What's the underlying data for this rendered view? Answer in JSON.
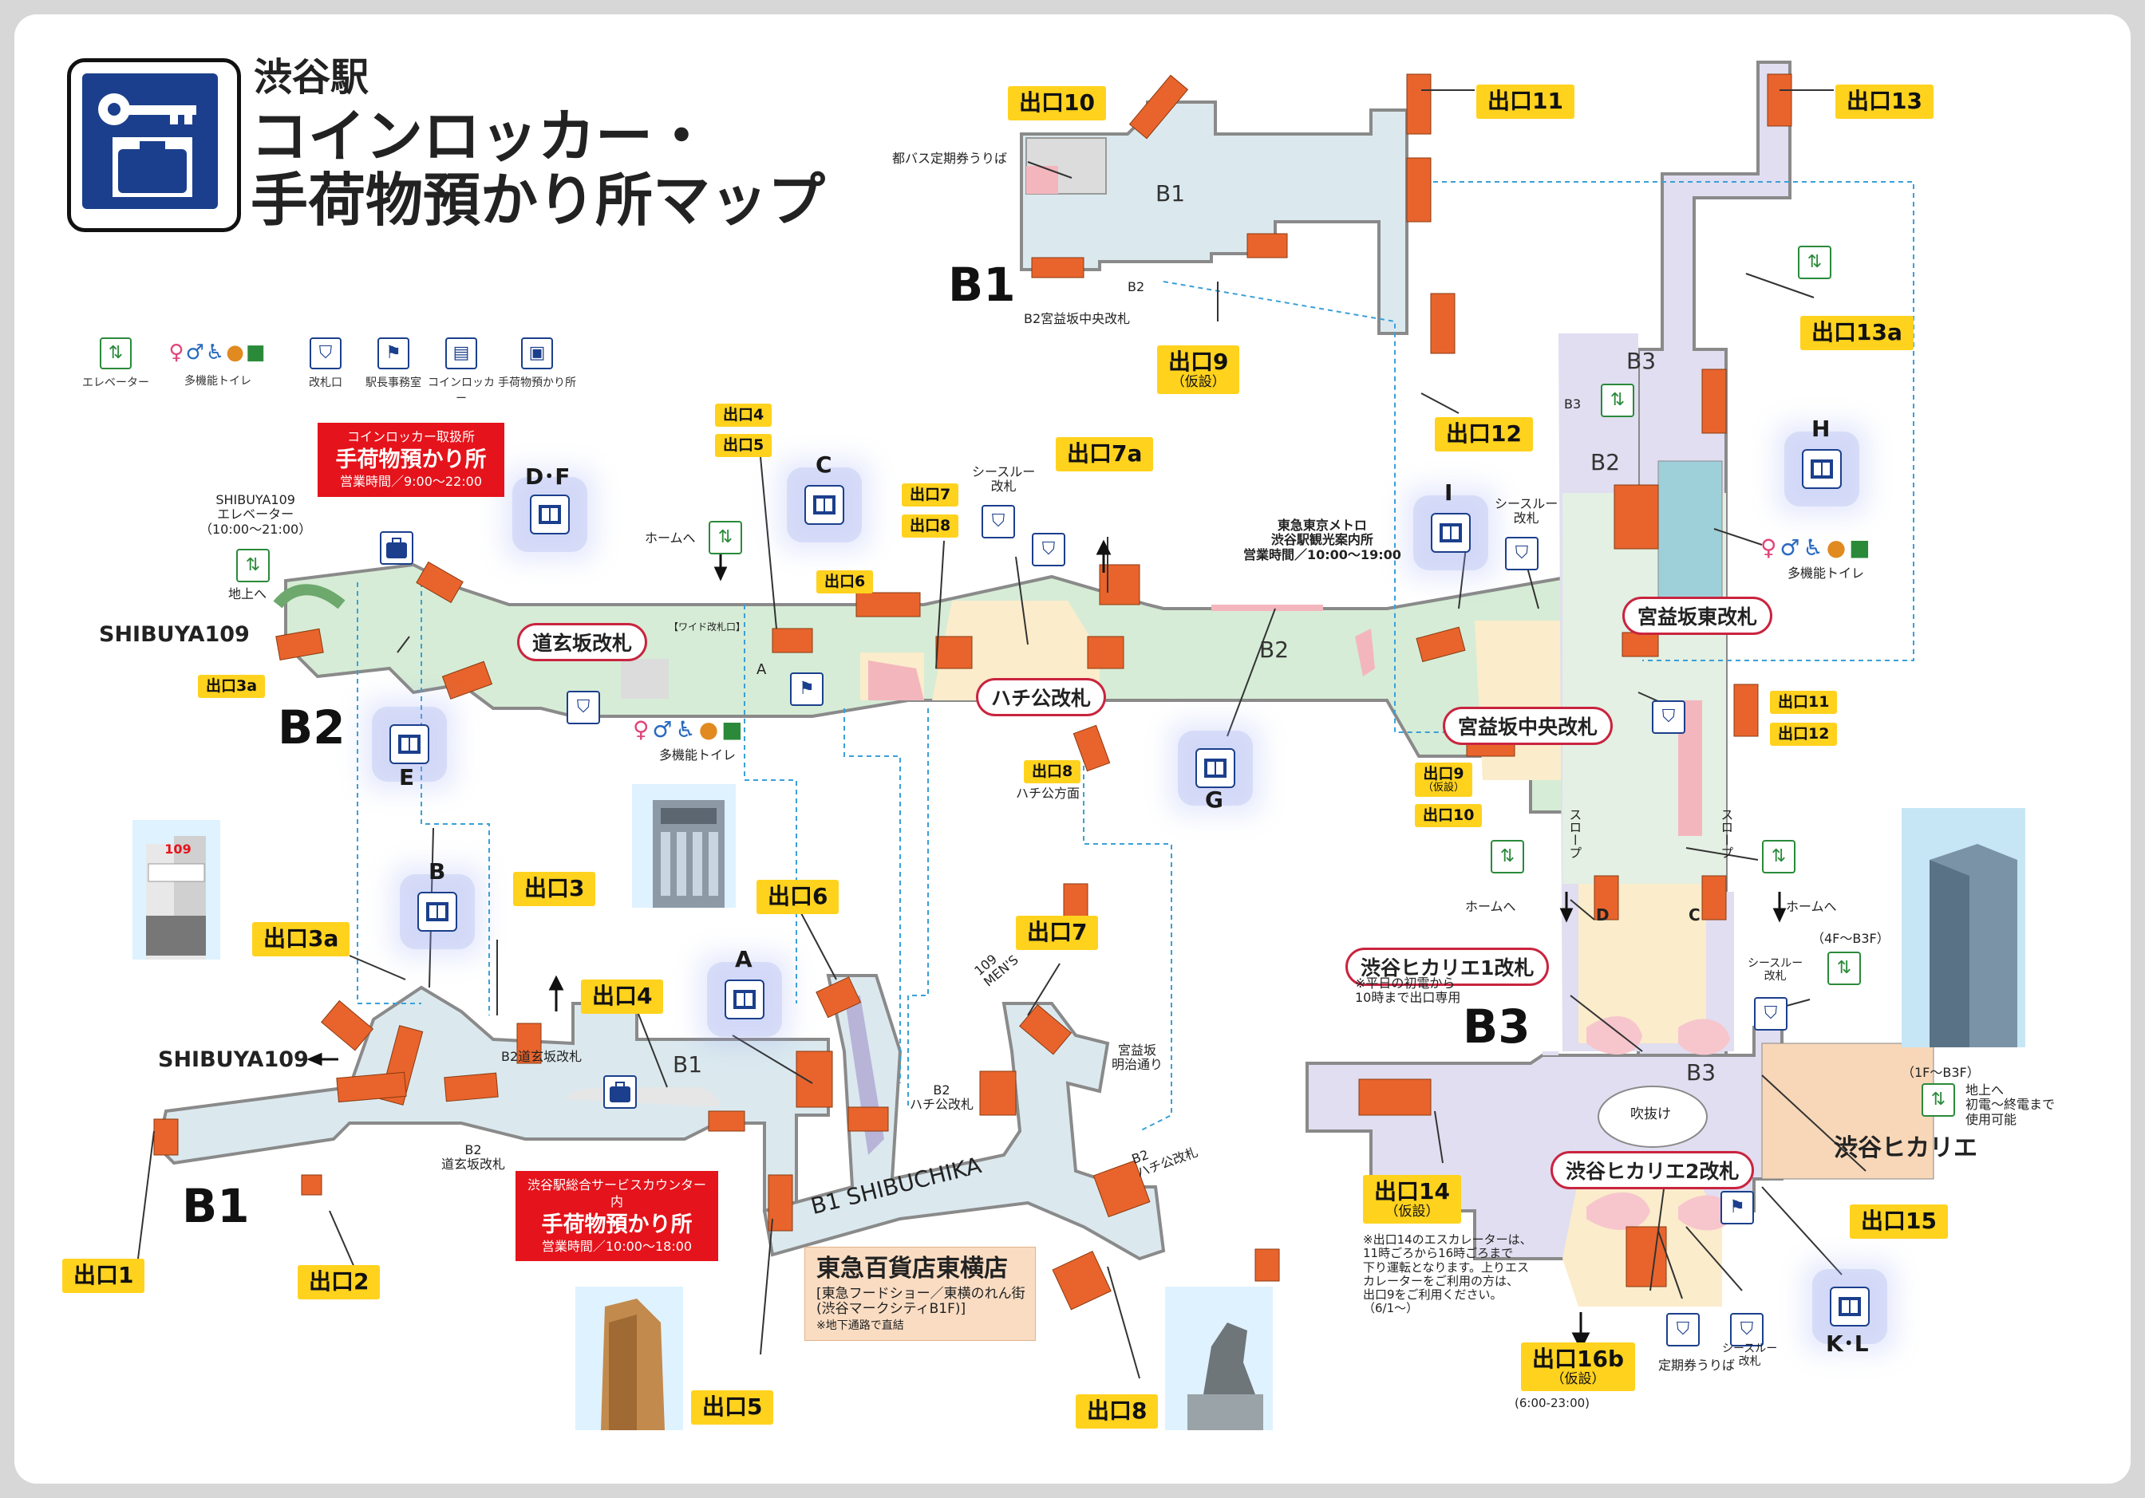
{
  "title": {
    "station": "渋谷駅",
    "line1": "コインロッカー・",
    "line2": "手荷物預かり所マップ"
  },
  "legend": [
    {
      "icon": "elevator-icon",
      "label": "エレベーター"
    },
    {
      "icon": "multipurpose-toilet-icon",
      "label": "多機能トイレ"
    },
    {
      "icon": "ticket-gate-icon",
      "label": "改札口"
    },
    {
      "icon": "station-office-icon",
      "label": "駅長事務室"
    },
    {
      "icon": "coin-locker-icon",
      "label": "コインロッカー"
    },
    {
      "icon": "baggage-storage-icon",
      "label": "手荷物預かり所"
    }
  ],
  "floors": {
    "b1_top": "B1",
    "b1_top_inner": "B1",
    "b2": "B2",
    "b2_inner": "B2",
    "b1_bottom": "B1",
    "b1_bottom_inner": "B1",
    "b1_shibuchika": "B1  SHIBUCHIKA",
    "b3": "B3",
    "b3_inner": "B3",
    "b3_small": "B3",
    "b2_right": "B2",
    "b3_top": "B3",
    "b2_small": "B2"
  },
  "exits": {
    "e1": "出口1",
    "e2": "出口2",
    "e3": "出口3",
    "e3a": "出口3a",
    "e3a_small": "出口3a",
    "e4": "出口4",
    "e4_small": "出口4",
    "e5": "出口5",
    "e5_small": "出口5",
    "e6": "出口6",
    "e6_small": "出口6",
    "e7": "出口7",
    "e7_small": "出口7",
    "e7a": "出口7a",
    "e8": "出口8",
    "e8_small": "出口8",
    "e8_b2": "出口8",
    "e9": "出口9",
    "e9_sub": "（仮設）",
    "e9_small": "出口9",
    "e9_small_sub": "（仮設）",
    "e10_small": "出口10",
    "e10": "出口10",
    "e11": "出口11",
    "e11_small": "出口11",
    "e12": "出口12",
    "e12_small": "出口12",
    "e13": "出口13",
    "e13a": "出口13a",
    "e14": "出口14",
    "e14_sub": "（仮設）",
    "e15": "出口15",
    "e16b": "出口16b",
    "e16b_sub": "（仮設）",
    "e16b_hours": "(6:00-23:00)"
  },
  "gates": {
    "dogenzaka": "道玄坂改札",
    "hachiko": "ハチ公改札",
    "miyamasuzaka_east": "宮益坂東改札",
    "miyamasuzaka_central": "宮益坂中央改札",
    "hikarie1": "渋谷ヒカリエ1改札",
    "hikarie2": "渋谷ヒカリエ2改札"
  },
  "locker_points": {
    "df": "D･F",
    "c": "C",
    "e": "E",
    "b": "B",
    "a": "A",
    "g": "G",
    "i": "I",
    "h": "H",
    "kl": "K･L"
  },
  "storage_top": {
    "line1": "コインロッカー取扱所",
    "line2": "手荷物預かり所",
    "line3": "営業時間／9:00～22:00"
  },
  "storage_bottom": {
    "line1": "渋谷駅総合サービスカウンター内",
    "line2": "手荷物預かり所",
    "line3": "営業時間／10:00～18:00"
  },
  "labels": {
    "shibuya109_top": "SHIBUYA109",
    "shibuya109_elev": "SHIBUYA109\nエレベーター\n（10:00～21:00）",
    "chijo_he": "地上へ",
    "home_he": "ホームへ",
    "home_he_r1": "ホームへ",
    "home_he_r2": "ホームへ",
    "seethru": "シースルー\n改札",
    "seethru2": "シースルー\n改札",
    "seethru3": "シースルー\n改札",
    "seethru4": "シースルー\n改札",
    "multi_toilet": "多機能トイレ",
    "multi_toilet_r": "多機能トイレ",
    "hachiko_side": "ハチ公方面",
    "tourist_info": "東急東京メトロ\n渋谷駅観光案内所\n営業時間／10:00～19:00",
    "toei_bus": "都バス定期券うりば",
    "b2_miyamasu_central": "B2宮益坂中央改札",
    "b2_dogenzaka": "B2道玄坂改札",
    "b2_dogenzaka2": "B2\n道玄坂改札",
    "b2_hachiko": "B2\nハチ公改札",
    "b2_hachiko2": "B2\nハチ公改札",
    "miyamasu_meiji": "宮益坂\n明治通り",
    "mens109": "109\nMEN'S",
    "shibuya109_bottom": "SHIBUYA109",
    "hikarie_note": "※平日の初電から\n10時まで出口専用",
    "hikarie_elev_top": "（4F～B3F）",
    "hikarie_elev_bottom": "（1F～B3F）",
    "hikarie_chijo": "地上へ\n初電～終電まで\n使用可能",
    "fukinuke": "吹抜け",
    "shibuya_hikarie": "渋谷ヒカリエ",
    "teikiken": "定期券うりば",
    "slope": "スロープ",
    "gate_d": "D",
    "gate_c": "C",
    "gate_a": "A",
    "wide_gate": "【ワイド改札口】",
    "esc_note": "※出口14のエスカレーターは、\n11時ごろから16時ごろまで\n下り運転となります。上りエス\nカレーターをご利用の方は、\n出口9をご利用ください。\n（6/1～）"
  },
  "toyoko": {
    "name": "東急百貨店東横店",
    "sub1": "[東急フードショー／東横のれん街",
    "sub2": "(渋谷マークシティB1F)]",
    "note": "※地下通路で直結"
  },
  "colors": {
    "exit": "#ffd21e",
    "locker": "#1b3f8c",
    "gate_border": "#c9243f",
    "storage_red": "#e5131b",
    "b2_green": "#d6ecd6",
    "b1_blue": "#dbe9ef",
    "b3_purple": "#e0def0",
    "escalator": "#e8642c"
  }
}
